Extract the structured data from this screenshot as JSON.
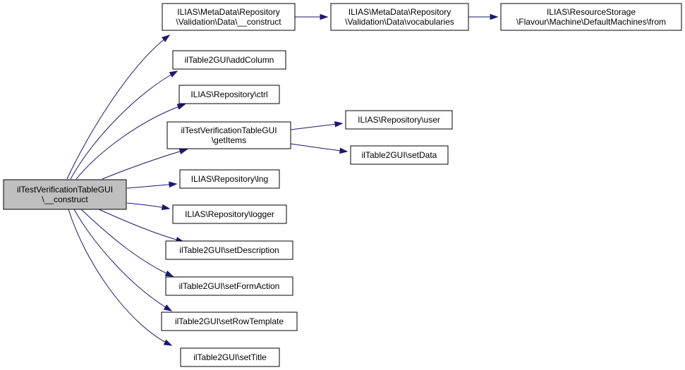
{
  "graph": {
    "nodes": [
      {
        "id": "root",
        "lines": [
          "ilTestVerificationTableGUI",
          "\\__construct"
        ],
        "highlighted": true
      },
      {
        "id": "md-construct",
        "lines": [
          "ILIAS\\MetaData\\Repository",
          "\\Validation\\Data\\__construct"
        ]
      },
      {
        "id": "md-vocab",
        "lines": [
          "ILIAS\\MetaData\\Repository",
          "\\Validation\\Data\\vocabularies"
        ]
      },
      {
        "id": "rs-from",
        "lines": [
          "ILIAS\\ResourceStorage",
          "\\Flavour\\Machine\\DefaultMachines\\from"
        ]
      },
      {
        "id": "addColumn",
        "lines": [
          "ilTable2GUI\\addColumn"
        ]
      },
      {
        "id": "ctrl",
        "lines": [
          "ILIAS\\Repository\\ctrl"
        ]
      },
      {
        "id": "getItems",
        "lines": [
          "ilTestVerificationTableGUI",
          "\\getItems"
        ]
      },
      {
        "id": "user",
        "lines": [
          "ILIAS\\Repository\\user"
        ]
      },
      {
        "id": "setData",
        "lines": [
          "ilTable2GUI\\setData"
        ]
      },
      {
        "id": "lng",
        "lines": [
          "ILIAS\\Repository\\lng"
        ]
      },
      {
        "id": "logger",
        "lines": [
          "ILIAS\\Repository\\logger"
        ]
      },
      {
        "id": "setDescription",
        "lines": [
          "ilTable2GUI\\setDescription"
        ]
      },
      {
        "id": "setFormAction",
        "lines": [
          "ilTable2GUI\\setFormAction"
        ]
      },
      {
        "id": "setRowTemplate",
        "lines": [
          "ilTable2GUI\\setRowTemplate"
        ]
      },
      {
        "id": "setTitle",
        "lines": [
          "ilTable2GUI\\setTitle"
        ]
      }
    ],
    "edges": [
      {
        "from": "root",
        "to": "md-construct"
      },
      {
        "from": "root",
        "to": "addColumn"
      },
      {
        "from": "root",
        "to": "ctrl"
      },
      {
        "from": "root",
        "to": "getItems"
      },
      {
        "from": "root",
        "to": "lng"
      },
      {
        "from": "root",
        "to": "logger"
      },
      {
        "from": "root",
        "to": "setDescription"
      },
      {
        "from": "root",
        "to": "setFormAction"
      },
      {
        "from": "root",
        "to": "setRowTemplate"
      },
      {
        "from": "root",
        "to": "setTitle"
      },
      {
        "from": "md-construct",
        "to": "md-vocab"
      },
      {
        "from": "md-vocab",
        "to": "rs-from"
      },
      {
        "from": "getItems",
        "to": "user"
      },
      {
        "from": "getItems",
        "to": "setData"
      }
    ],
    "colors": {
      "edge": "#191970",
      "node_fill": "#ffffff",
      "highlight_fill": "#bfbfbf",
      "border": "#000000"
    }
  }
}
